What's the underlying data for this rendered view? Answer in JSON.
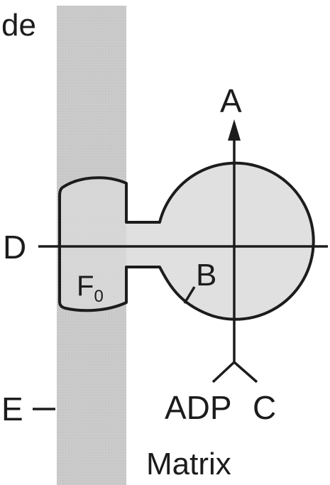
{
  "labels": {
    "top_left": "de",
    "a": "A",
    "b": "B",
    "c": "C",
    "d": "D",
    "e": "E",
    "f0_letter": "F",
    "f0_subscript": "0",
    "adp": "ADP",
    "matrix": "Matrix"
  },
  "colors": {
    "ink": "#1c1c1c",
    "membrane_fill": "#cfcfcf",
    "particle_fill": "#d9d9d9",
    "background": "#ffffff"
  }
}
